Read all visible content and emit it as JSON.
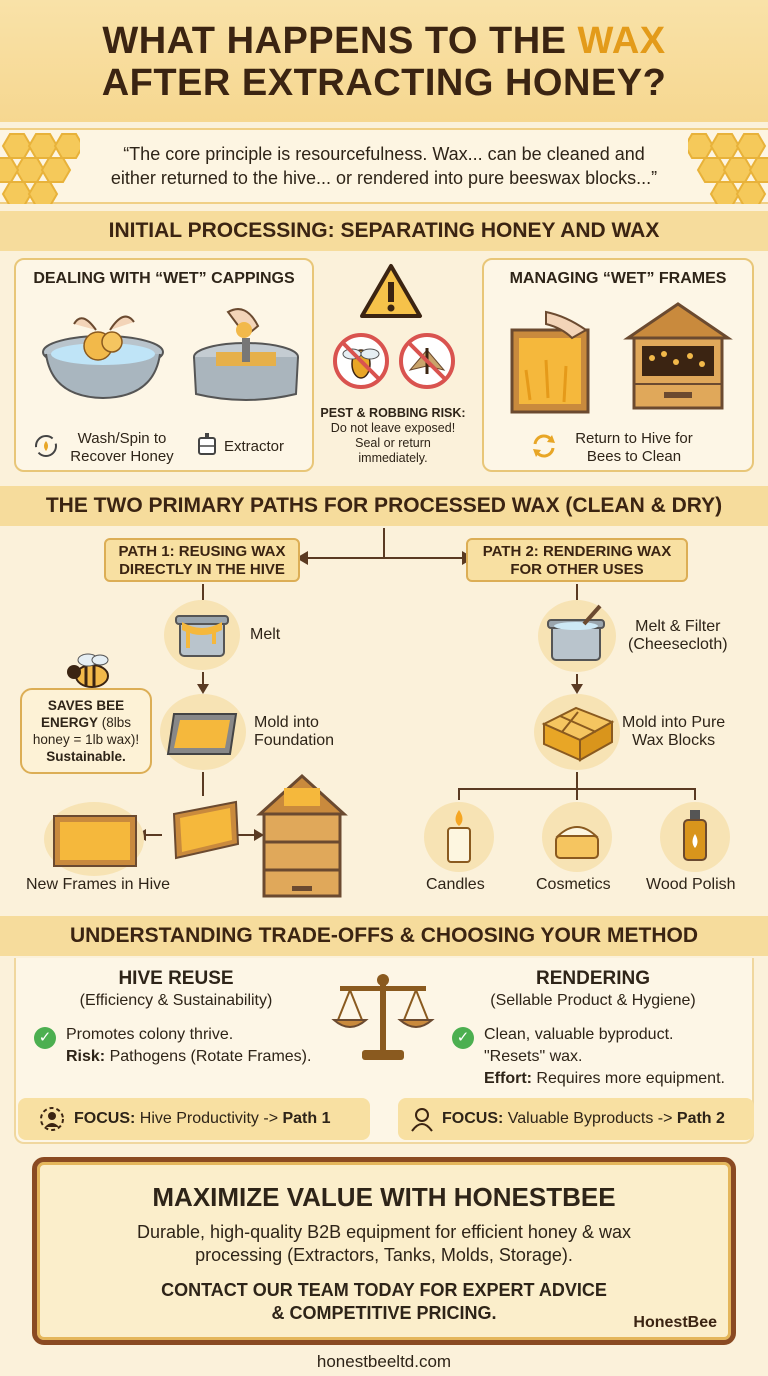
{
  "header": {
    "title_line1_a": "WHAT HAPPENS TO THE ",
    "title_line1_b": "WAX",
    "title_line2": "AFTER EXTRACTING HONEY?"
  },
  "quote": {
    "line1": "“The core principle is resourcefulness. Wax... can be cleaned and",
    "line2": "either returned to the hive... or rendered into pure beeswax blocks...”"
  },
  "initial": {
    "heading": "INITIAL PROCESSING: SEPARATING HONEY AND WAX",
    "cappings": {
      "title": "DEALING WITH “WET” CAPPINGS",
      "wash_line1": "Wash/Spin to",
      "wash_line2": "Recover Honey",
      "extractor": "Extractor"
    },
    "pest": {
      "title": "PEST & ROBBING RISK:",
      "line1": "Do not leave exposed!",
      "line2": "Seal or return",
      "line3": "immediately."
    },
    "frames": {
      "title": "MANAGING “WET” FRAMES",
      "line1": "Return to Hive for",
      "line2": "Bees to Clean"
    }
  },
  "paths": {
    "heading": "THE TWO PRIMARY PATHS FOR PROCESSED WAX (CLEAN & DRY)",
    "path1": {
      "line1": "PATH 1: REUSING WAX",
      "line2": "DIRECTLY IN THE HIVE",
      "melt": "Melt",
      "mold_line1": "Mold into",
      "mold_line2": "Foundation",
      "new_frames": "New Frames in Hive",
      "note_line1": "SAVES BEE",
      "note_line2a": "ENERGY",
      "note_line2b": " (8lbs",
      "note_line3": "honey = 1lb wax)!",
      "note_line4": "Sustainable."
    },
    "path2": {
      "line1": "PATH 2: RENDERING WAX",
      "line2": "FOR OTHER USES",
      "melt_line1": "Melt & Filter",
      "melt_line2": "(Cheesecloth)",
      "mold_line1": "Mold into Pure",
      "mold_line2": "Wax Blocks",
      "uses": [
        "Candles",
        "Cosmetics",
        "Wood Polish"
      ]
    }
  },
  "tradeoffs": {
    "heading": "UNDERSTANDING TRADE-OFFS & CHOOSING YOUR METHOD",
    "left": {
      "title": "HIVE REUSE",
      "subtitle": "(Efficiency & Sustainability)",
      "line1": "Promotes colony thrive.",
      "risk_label": "Risk:",
      "risk_text": " Pathogens (Rotate Frames)."
    },
    "right": {
      "title": "RENDERING",
      "subtitle": "(Sellable Product & Hygiene)",
      "line1": "Clean, valuable byproduct.",
      "line2": "\"Resets\" wax.",
      "effort_label": "Effort:",
      "effort_text": " Requires more equipment."
    },
    "focus_left": {
      "label": "FOCUS:",
      "text": " Hive Productivity -> ",
      "path": "Path 1"
    },
    "focus_right": {
      "label": "FOCUS:",
      "text": " Valuable Byproducts -> ",
      "path": "Path 2"
    }
  },
  "cta": {
    "title": "MAXIMIZE VALUE WITH HONESTBEE",
    "body_line1": "Durable, high-quality B2B equipment for efficient honey & wax",
    "body_line2": "processing (Extractors, Tanks, Molds, Storage).",
    "contact_line1": "CONTACT OUR TEAM TODAY FOR EXPERT ADVICE",
    "contact_line2": "& COMPETITIVE PRICING.",
    "brand": "HonestBee"
  },
  "footer": {
    "url": "honestbeeltd.com"
  },
  "colors": {
    "accent": "#e39b1a",
    "dark_brown": "#3b2412",
    "band": "#f6dc9c",
    "check_green": "#4caf50"
  }
}
